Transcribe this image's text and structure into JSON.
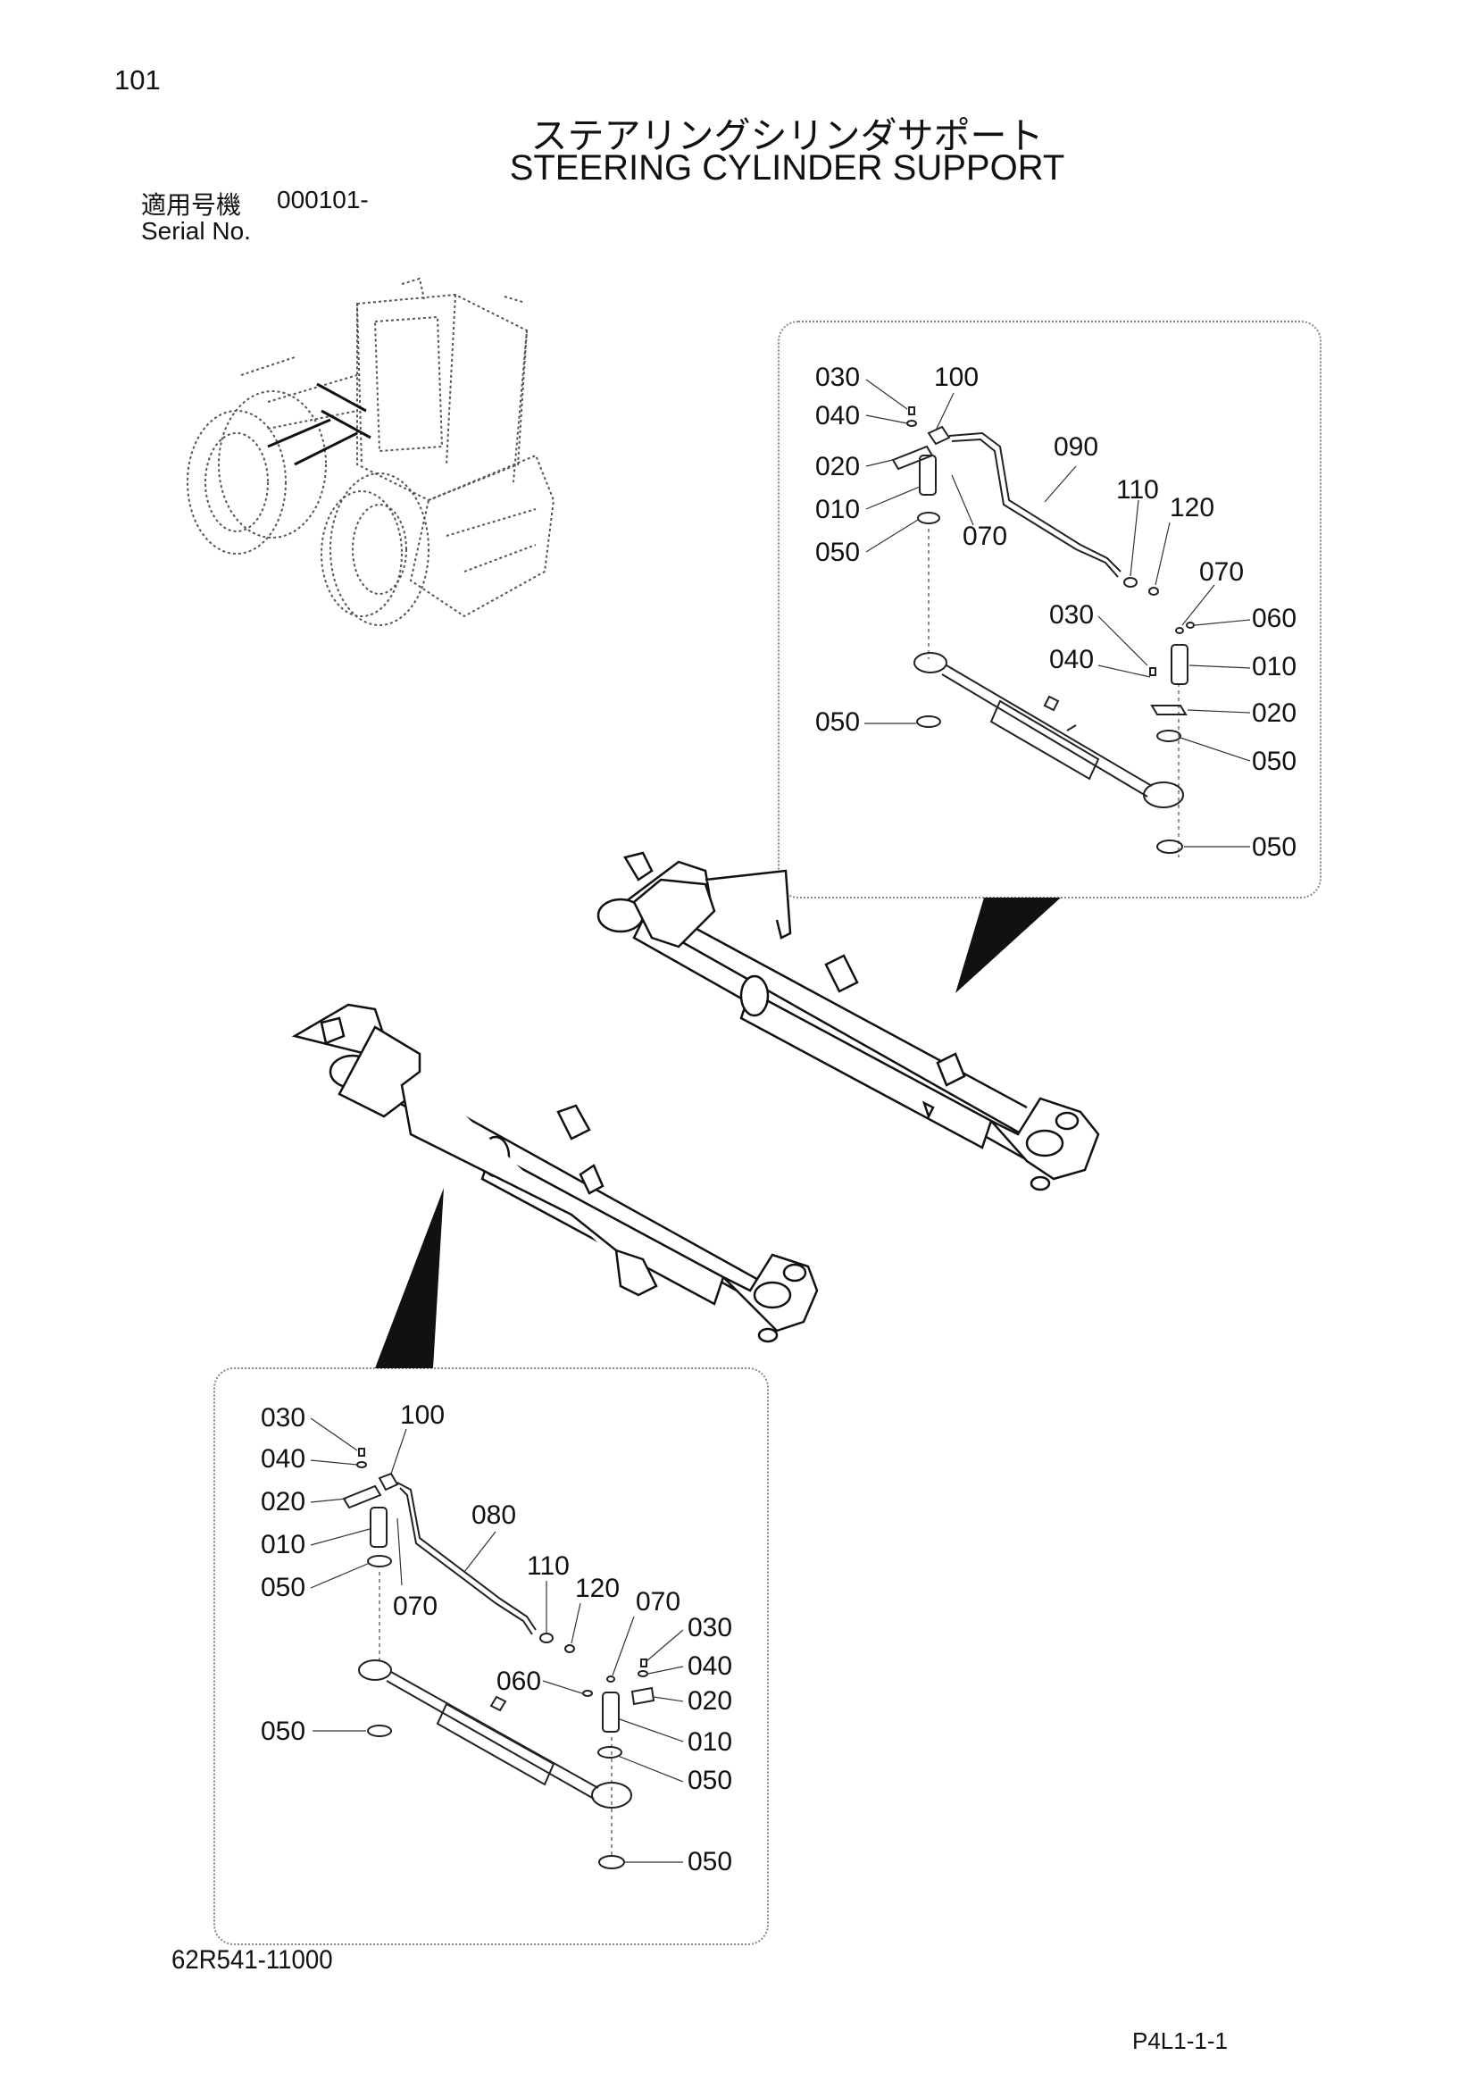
{
  "header": {
    "page_number": "101",
    "title_ja": "ステアリングシリンダサポート",
    "title_en": "STEERING CYLINDER SUPPORT",
    "serial_label_ja": "適用号機",
    "serial_value": "000101-",
    "serial_label_en": "Serial No."
  },
  "detail_top": {
    "callouts": {
      "c030a": "030",
      "c040a": "040",
      "c020a": "020",
      "c010a": "010",
      "c050a": "050",
      "c100": "100",
      "c090": "090",
      "c070a": "070",
      "c110": "110",
      "c120": "120",
      "c070b": "070",
      "c030b": "030",
      "c040b": "040",
      "c060": "060",
      "c010b": "010",
      "c020b": "020",
      "c050b": "050",
      "c050c": "050",
      "c050d": "050"
    }
  },
  "detail_bottom": {
    "callouts": {
      "c030a": "030",
      "c040a": "040",
      "c020a": "020",
      "c010a": "010",
      "c050a": "050",
      "c100": "100",
      "c080": "080",
      "c070a": "070",
      "c110": "110",
      "c120": "120",
      "c070b": "070",
      "c030b": "030",
      "c040b": "040",
      "c060": "060",
      "c020b": "020",
      "c010b": "010",
      "c050b": "050",
      "c050c": "050",
      "c050d": "050"
    }
  },
  "footer": {
    "part_number": "62R541-11000",
    "page_code": "P4L1-1-1"
  }
}
